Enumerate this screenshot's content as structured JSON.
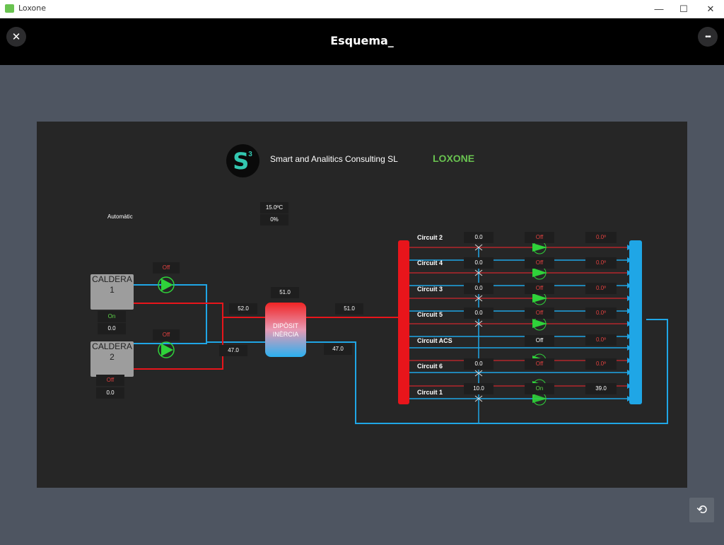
{
  "window": {
    "app_name": "Loxone",
    "minimize": "—",
    "maximize": "☐",
    "close": "✕"
  },
  "header": {
    "title": "Esquema_",
    "close_icon": "✕",
    "menu_icon": "•••"
  },
  "logo": {
    "letter": "S",
    "superscript": "3",
    "company": "Smart and Analitics Consulting SL",
    "brand": "LOXONE"
  },
  "schematic": {
    "mode": "Automàtic",
    "setpoint": "15.0ºC",
    "percent": "0%",
    "tank": {
      "line1": "DIPÒSIT",
      "line2": "INÈRCIA",
      "top_temp": "51.0",
      "supply_out": "51.0",
      "return_out": "47.0"
    },
    "boiler_supply": "52.0",
    "boiler_return": "47.0",
    "boilers": [
      {
        "name_line1": "CALDERA",
        "name_line2": "1",
        "pump_status": "Off",
        "status": "On",
        "value": "0.0"
      },
      {
        "name_line1": "CALDERA",
        "name_line2": "2",
        "pump_status": "Off",
        "status": "Off",
        "value": "0.0"
      }
    ],
    "circuits": [
      {
        "name": "Circuit 2",
        "valve": "0.0",
        "pump": "Off",
        "temp": "0.0º"
      },
      {
        "name": "Circuit 4",
        "valve": "0.0",
        "pump": "Off",
        "temp": "0.0º"
      },
      {
        "name": "Circuit 3",
        "valve": "0.0",
        "pump": "Off",
        "temp": "0.0º"
      },
      {
        "name": "Circuit 5",
        "valve": "0.0",
        "pump": "Off",
        "temp": "0.0º"
      },
      {
        "name": "Circuit ACS",
        "valve": "",
        "pump": "Off",
        "temp": "0.0º"
      },
      {
        "name": "Circuit 6",
        "valve": "0.0",
        "pump": "Off",
        "temp": "0.0º"
      },
      {
        "name": "Circuit 1",
        "valve": "10.0",
        "pump": "On",
        "temp": "39.0"
      }
    ]
  },
  "colors": {
    "supply": "#e8151b",
    "return": "#1fa6e6",
    "pump": "#2fd23a",
    "off": "#e2413f",
    "on": "#5ed64a"
  },
  "reset_icon": "⟲"
}
